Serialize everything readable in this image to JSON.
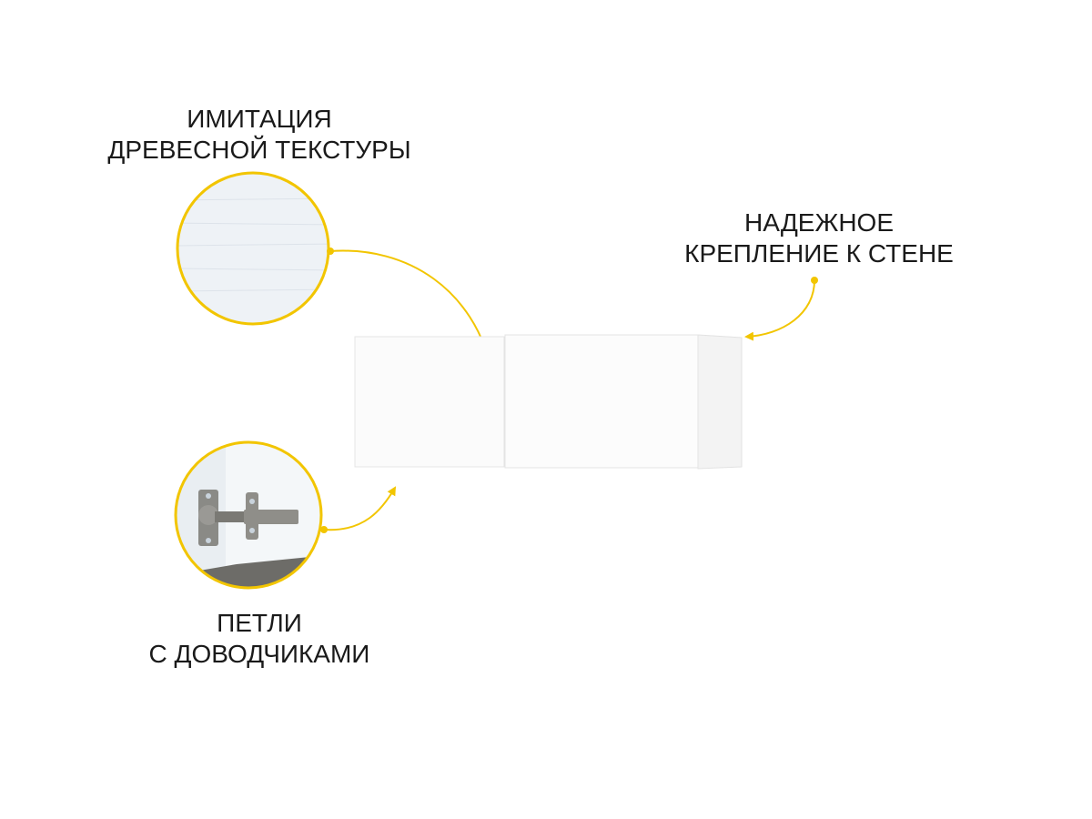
{
  "features": {
    "texture": {
      "line1": "ИМИТАЦИЯ",
      "line2": "ДРЕВЕСНОЙ ТЕКСТУРЫ"
    },
    "mounting": {
      "line1": "НАДЕЖНОЕ",
      "line2": "КРЕПЛЕНИЕ К СТЕНЕ"
    },
    "hinges": {
      "line1": "ПЕТЛИ",
      "line2": "С ДОВОДЧИКАМИ"
    }
  },
  "colors": {
    "accent": "#F2C500",
    "text": "#1a1a1a"
  }
}
